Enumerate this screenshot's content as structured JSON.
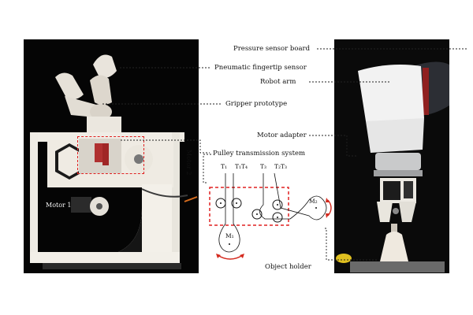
{
  "callouts": {
    "pressure_sensor_board": "Pressure sensor board",
    "pneumatic_fingertip_sensor": "Pneumatic fingertip sensor",
    "robot_arm": "Robot arm",
    "gripper_prototype": "Gripper prototype",
    "motor_adapter": "Motor adapter",
    "pulley_transmission_system": "Pulley transmission system",
    "object_holder": "Object holder"
  },
  "photo_labels": {
    "motor_1": "Motor 1",
    "motor_2": "Motor 2"
  },
  "diagram": {
    "t1": "T₁",
    "t1t4": "T₁T₄",
    "t3": "T₃",
    "t2t3": "T₂T₃",
    "m1": "M₁",
    "m2": "M₂"
  },
  "colors": {
    "highlight_box": "#e02020",
    "rotation_arrow": "#d42a1e",
    "leader_line": "#222222"
  }
}
